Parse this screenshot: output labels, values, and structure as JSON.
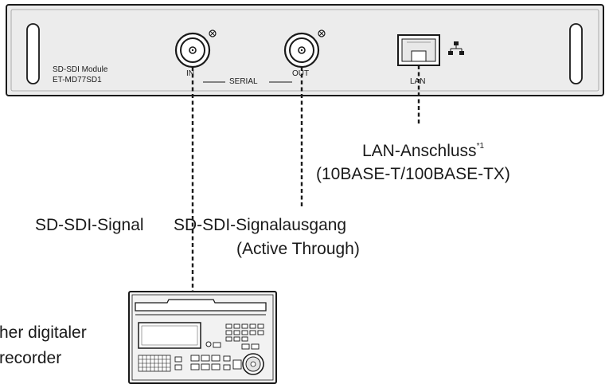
{
  "module": {
    "name": "SD-SDI Module",
    "model": "ET-MD77SD1",
    "port_in": "IN",
    "port_out": "OUT",
    "serial_label": "SERIAL",
    "port_lan": "LAN"
  },
  "labels": {
    "lan_line1": "LAN-Anschluss",
    "lan_note": "*1",
    "lan_line2": "(10BASE-T/100BASE-TX)",
    "sdi_in": "SD-SDI-Signal",
    "sdi_out_line1": "SD-SDI-Signalausgang",
    "sdi_out_line2": "(Active Through)",
    "recorder_line1": "her digitaler",
    "recorder_line2": "recorder"
  },
  "icons": [
    "bnc-connector-icon",
    "lan-port-icon",
    "network-icon",
    "handle-slot-icon",
    "video-recorder-icon"
  ],
  "colors": {
    "line": "#1a1a1a",
    "panel": "#ececec"
  }
}
